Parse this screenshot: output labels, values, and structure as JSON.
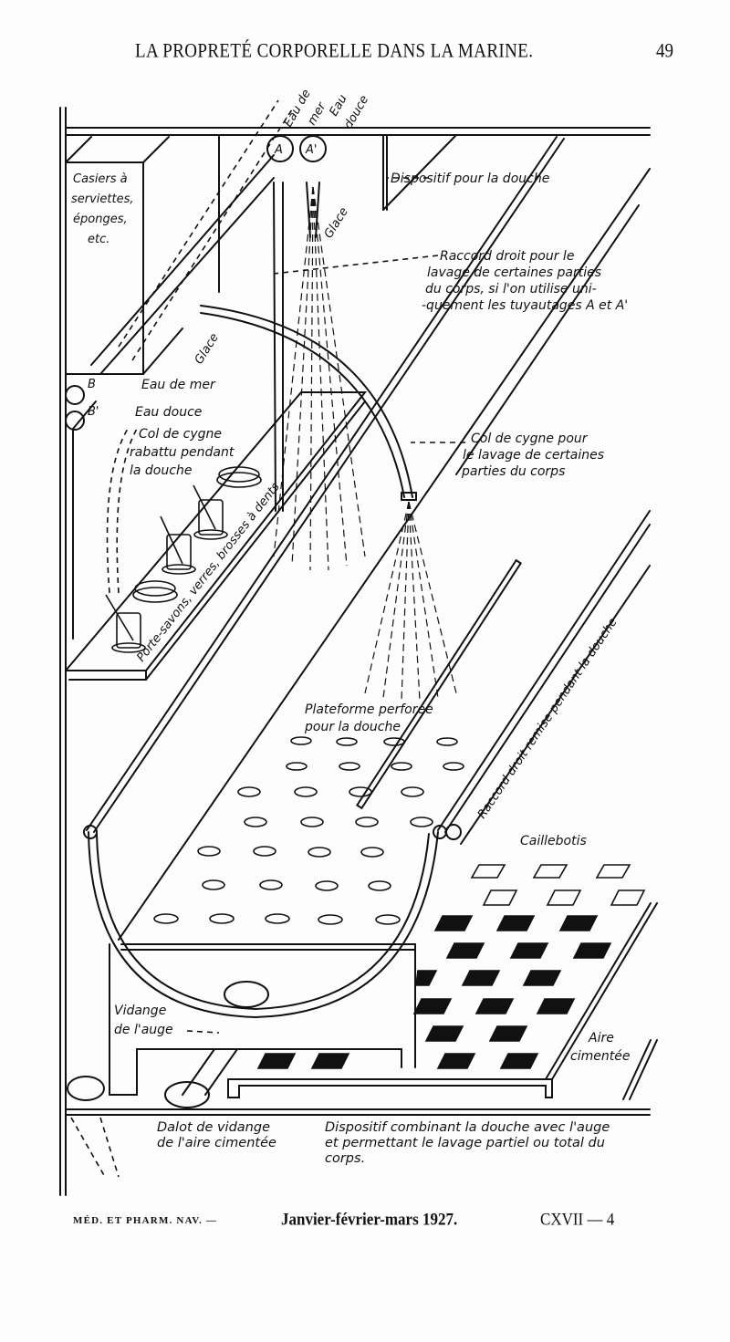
{
  "header": {
    "running_title": "LA PROPRETÉ CORPORELLE DANS LA MARINE.",
    "page_number": "49"
  },
  "figure": {
    "labels": {
      "eau_de_mer_top": "Eau de",
      "eau_de_mer_top2": "mer",
      "eau_douce_top": "Eau",
      "eau_douce_top2": "douce",
      "valve_a": "A",
      "valve_a_prime": "A'",
      "casiers_line1": "Casiers à",
      "casiers_line2": "serviettes,",
      "casiers_line3": "éponges,",
      "casiers_line4": "etc.",
      "dispositif_douche": "Dispositif pour la douche",
      "glace_upper": "Glace",
      "glace_lower": "Glace",
      "raccord_line1": "Raccord droit pour le",
      "raccord_line2": "lavage de certaines parties",
      "raccord_line3": "du corps, si l'on utilise uni-",
      "raccord_line4": "-quement les tuyautages A et A'",
      "valve_b": "B",
      "valve_b_prime": "B'",
      "eau_de_mer": "Eau de mer",
      "eau_douce": "Eau douce",
      "col_rabattu_line1": "Col de cygne",
      "col_rabattu_line2": "rabattu pendant",
      "col_rabattu_line3": "la douche",
      "col_pour_line1": "Col de cygne pour",
      "col_pour_line2": "le lavage de certaines",
      "col_pour_line3": "parties du corps",
      "shelf": "Porte-savons, verres, brosses à dents",
      "plateforme_line1": "Plateforme perforée",
      "plateforme_line2": "pour la douche",
      "raccord_remise": "Raccord droit remise pendant la douche",
      "caillebotis": "Caillebotis",
      "vidange_line1": "Vidange",
      "vidange_line2": "de l'auge",
      "aire_line1": "Aire",
      "aire_line2": "cimentée"
    }
  },
  "captions": {
    "dalot_line1": "Dalot de vidange",
    "dalot_line2": "de l'aire cimentée",
    "main_line1": "Dispositif combinant la douche avec l'auge",
    "main_line2": "et permettant le lavage partiel ou total du",
    "main_line3": "corps."
  },
  "footer": {
    "journal": "MÉD. ET PHARM. NAV. —",
    "issue": "Janvier-février-mars 1927.",
    "sheet": "CXVII — 4"
  }
}
